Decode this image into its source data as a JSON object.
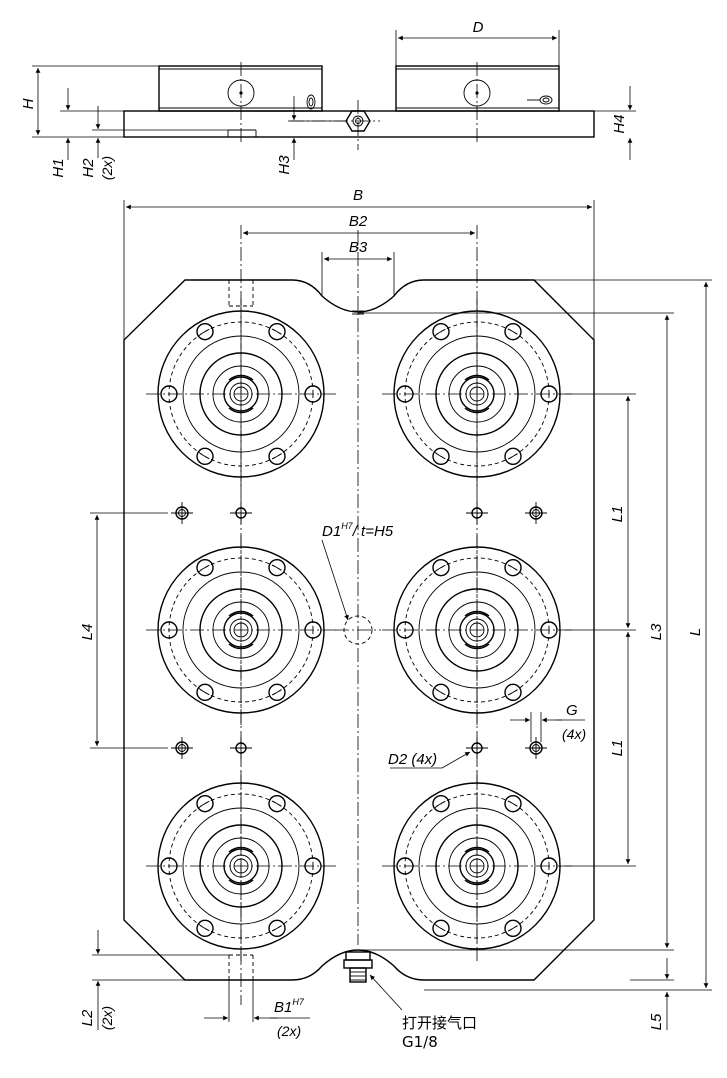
{
  "top_view_labels": {
    "H": "H",
    "H1": "H1",
    "H2": "H2",
    "H2_qty": "(2x)",
    "H3": "H3",
    "H4": "H4",
    "D": "D"
  },
  "plan_view_labels": {
    "B": "B",
    "B2": "B2",
    "B3": "B3",
    "L": "L",
    "L1_upper": "L1",
    "L1_lower": "L1",
    "L3": "L3",
    "L4": "L4",
    "L5": "L5",
    "L2": "L2",
    "L2_qty": "(2x)",
    "D1": "D1",
    "D1_sup": "H7",
    "D1_depth": "/ t=H5",
    "D2": "D2 (4x)",
    "G": "G",
    "G_qty": "(4x)",
    "B1": "B1",
    "B1_sup": "H7",
    "B1_qty": "(2x)"
  },
  "air_port_note": {
    "line1": "打开接气口",
    "line2": "G1/8"
  }
}
